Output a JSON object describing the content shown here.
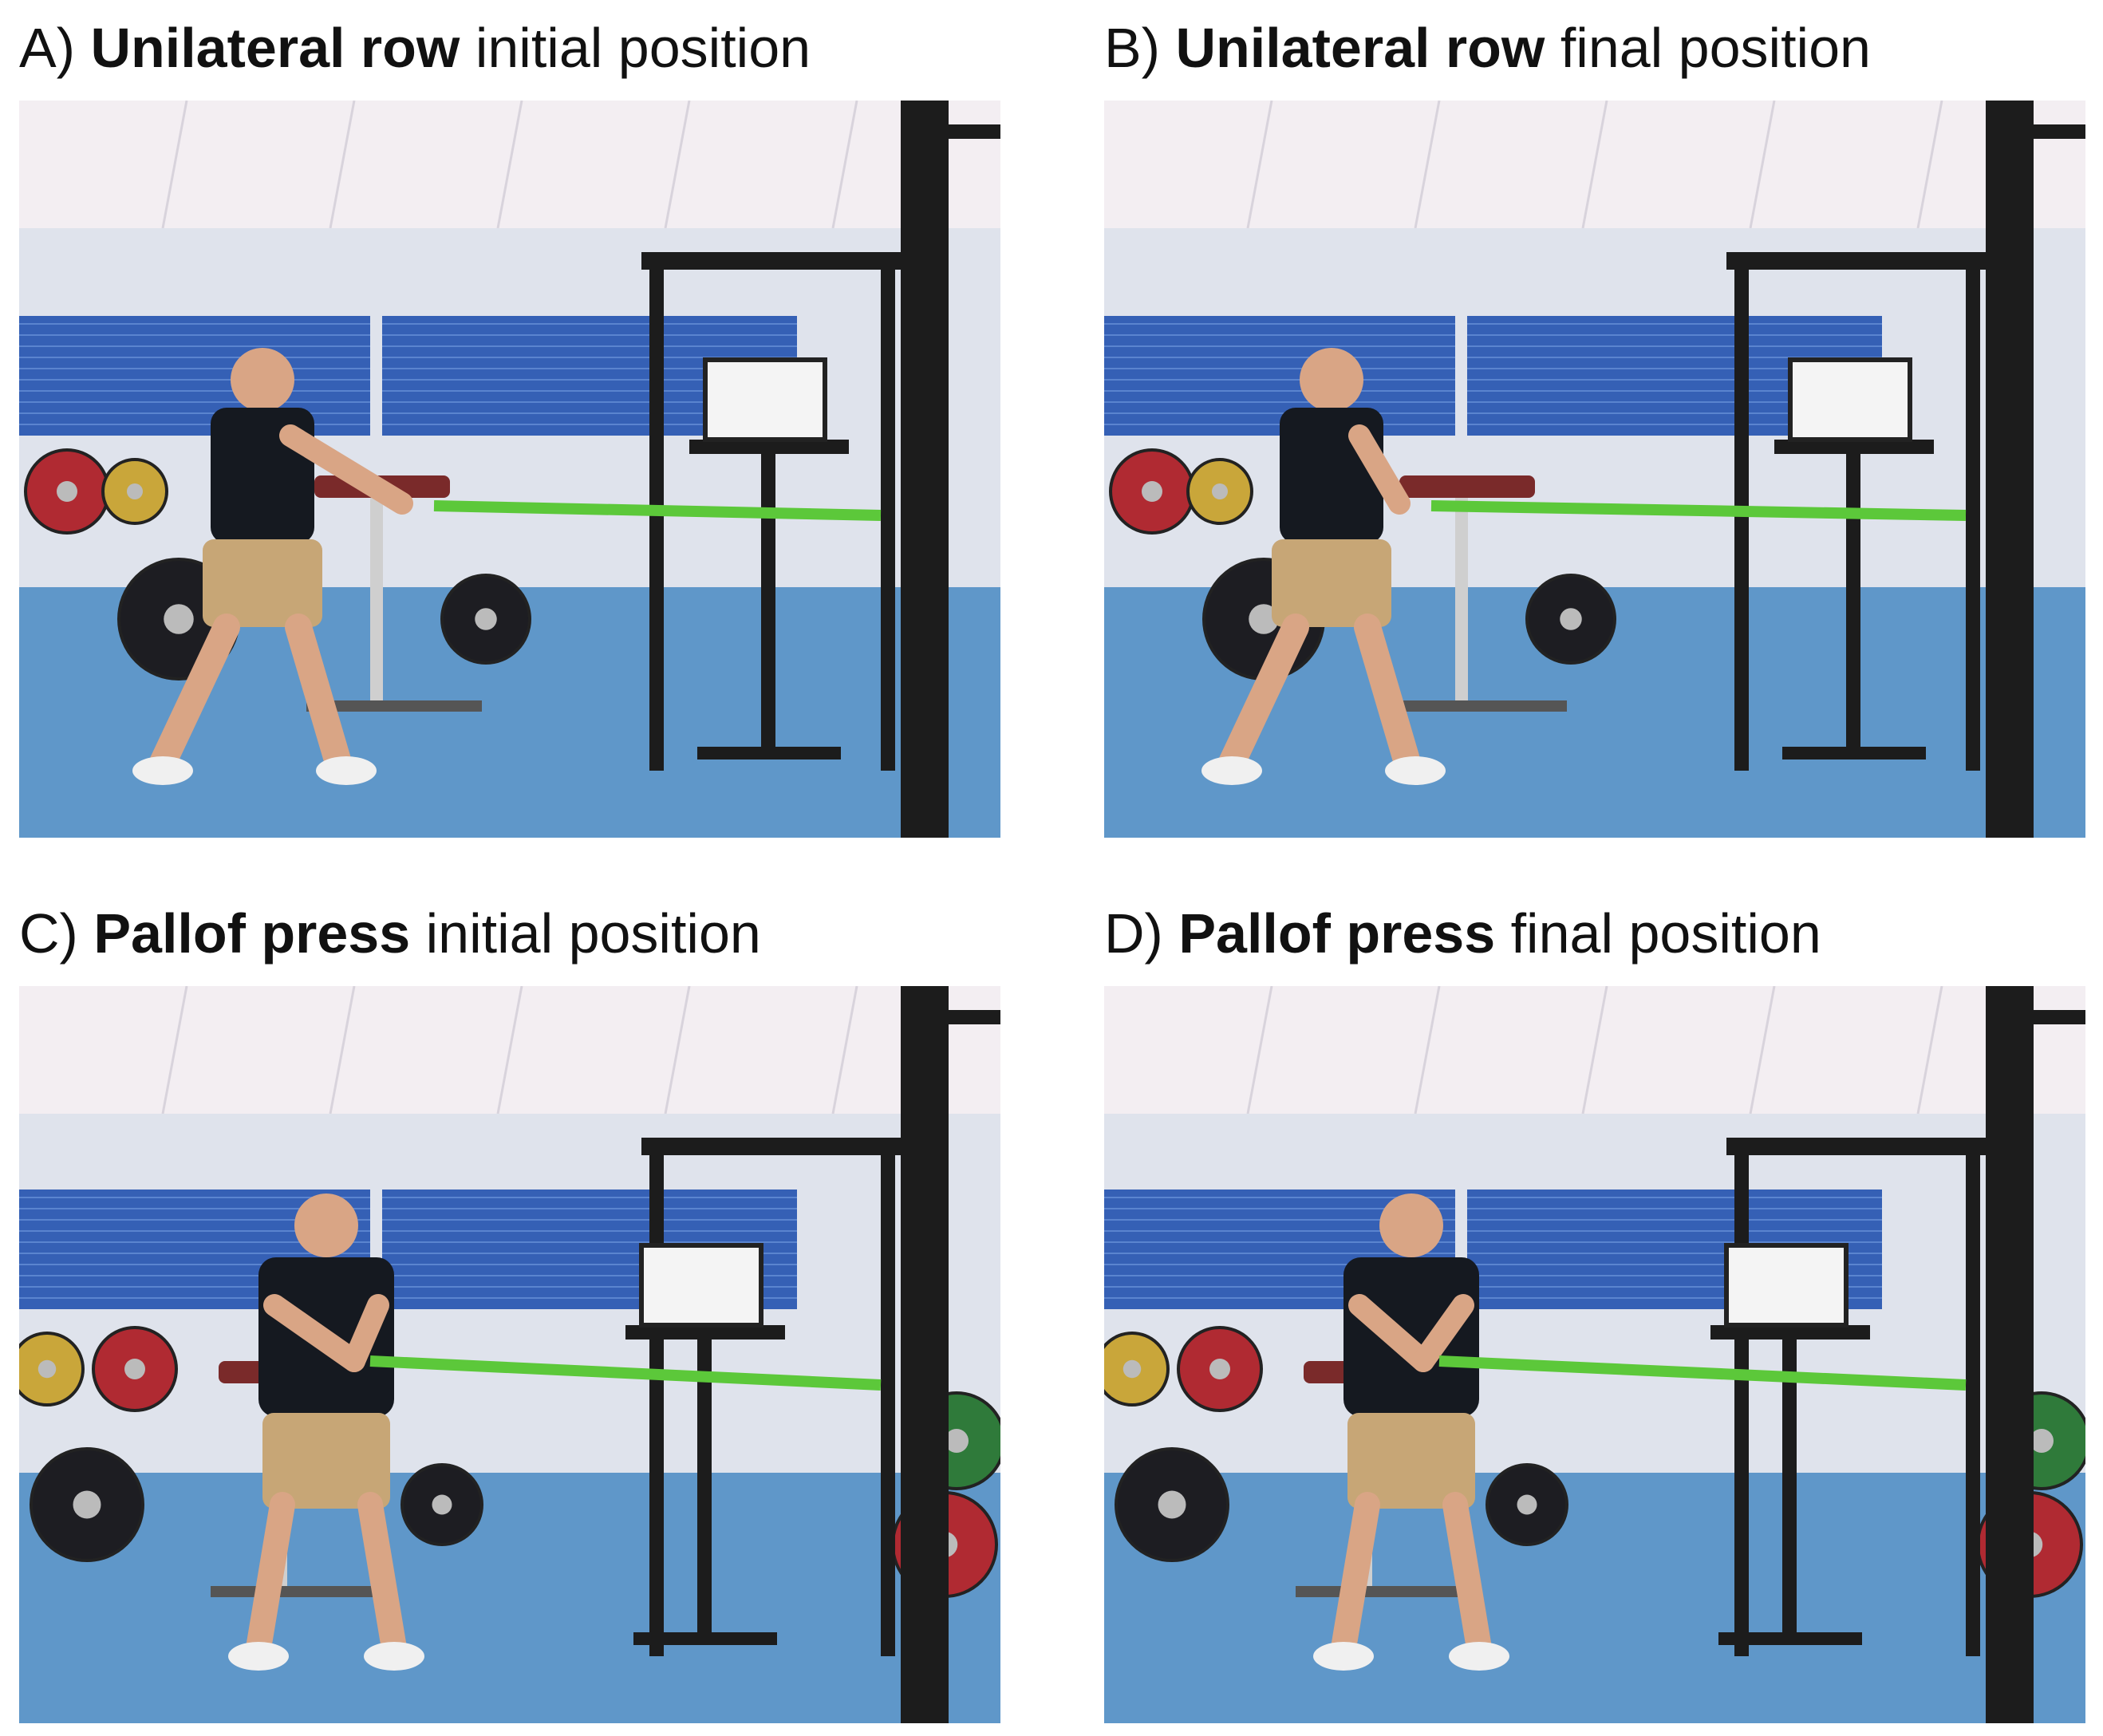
{
  "panels": [
    {
      "letter": "A)",
      "exercise": "Unilateral row",
      "phase": "initial position",
      "pose": "row-initial"
    },
    {
      "letter": "B)",
      "exercise": "Unilateral row",
      "phase": "final position",
      "pose": "row-final"
    },
    {
      "letter": "C)",
      "exercise": "Pallof press",
      "phase": "initial position",
      "pose": "pallof-initial"
    },
    {
      "letter": "D)",
      "exercise": "Pallof press",
      "phase": "final position",
      "pose": "pallof-final"
    }
  ],
  "colors": {
    "floor": "#5f97c9",
    "wall": "#dfe3ec",
    "ceiling": "#f3eef2",
    "blinds": "#3560b5",
    "band": "#5cc83a",
    "rack": "#1c1c1c",
    "shirt": "#151920",
    "shorts": "#c7a676",
    "skin": "#d9a585"
  }
}
